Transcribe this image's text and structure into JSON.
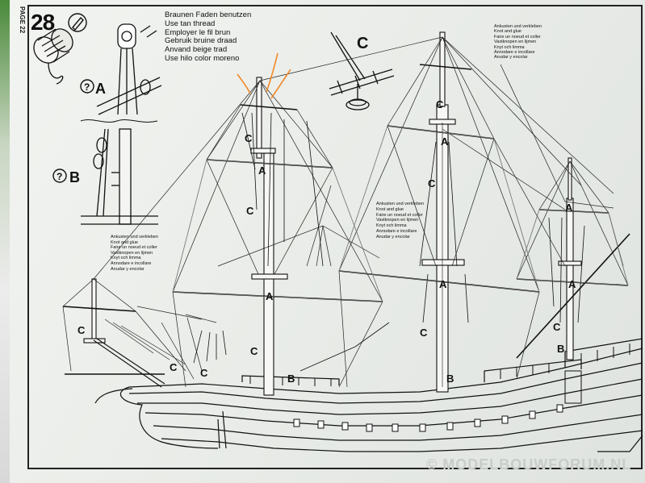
{
  "page": {
    "page_label": "PAGE 22",
    "step_number": "28",
    "watermark": "© MODELBOUWFORUM.NL"
  },
  "instructions": {
    "thread_lines": [
      "Braunen Faden benutzen",
      "Use tan thread",
      "Employer le fil brun",
      "Gebruik bruine draad",
      "Anvand beige trad",
      "Use hilo color moreno"
    ],
    "glue_lines": [
      "Ankusten und verkleben",
      "Knot and glue",
      "Faire un noeud et coller",
      "Vastknopen en lijmen",
      "Knyt och limma",
      "Annodare e incollare",
      "Anudar y encolar"
    ]
  },
  "callouts": {
    "detail_a": "A",
    "detail_b": "B",
    "detail_c": "C",
    "detail_a_marker": "?",
    "detail_b_marker": "?"
  },
  "labels": {
    "A": "A",
    "B": "B",
    "C": "C"
  },
  "colors": {
    "ink": "#111111",
    "annotation_arrows": "#f08a2a",
    "paper": "#eceeeb"
  },
  "icons": [
    "thread-spool-icon",
    "glue-tube-icon"
  ]
}
